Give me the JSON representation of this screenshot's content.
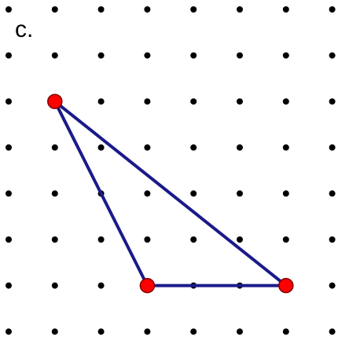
{
  "label": "c.",
  "grid": {
    "columns": 8,
    "rows": 8,
    "dot_color": "#000000"
  },
  "triangle": {
    "vertices": [
      {
        "name": "top-left-vertex",
        "col": 1,
        "row": 2
      },
      {
        "name": "bottom-left-vertex",
        "col": 3,
        "row": 6
      },
      {
        "name": "bottom-right-vertex",
        "col": 6,
        "row": 6
      }
    ],
    "edge_color": "#1a1a8a",
    "vertex_fill": "#ff0000",
    "vertex_stroke": "#800000"
  }
}
